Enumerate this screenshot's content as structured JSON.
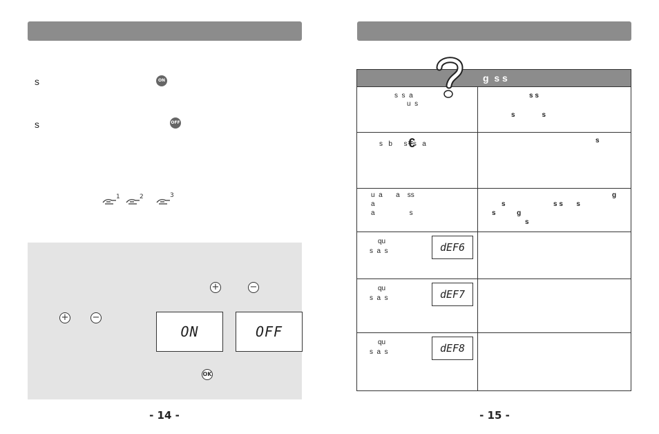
{
  "left_page": {
    "on_line_prefix": "s",
    "on_icon": "ON",
    "off_line_prefix": "s",
    "off_icon": "OFF",
    "hand_icons": [
      "hand-1",
      "hand-2",
      "hand-3"
    ],
    "hand_marks": [
      "1",
      "2",
      "3"
    ],
    "panel": {
      "plus_symbol": "+",
      "minus_symbol": "−",
      "lcd_on": "ON",
      "lcd_off": "OFF",
      "ok_label": "OK"
    },
    "page_number": "- 14 -"
  },
  "right_page": {
    "table_header": "g  s s",
    "rows": [
      {
        "left": [
          "s  s  a",
          "u  s"
        ],
        "right": [
          "s s",
          "s              s"
        ]
      },
      {
        "left": [
          "s   b      s   s   a"
        ],
        "right": [
          "s"
        ]
      },
      {
        "left": [
          "u  a       a    ss",
          "a",
          "a                  s"
        ],
        "right": [
          "g",
          "s                         s s       s",
          "s           g",
          "s"
        ]
      },
      {
        "left": [
          "qu",
          "s  a  s"
        ],
        "lcd": "dEF6",
        "right": []
      },
      {
        "left": [
          "qu",
          "s  a  s"
        ],
        "lcd": "dEF7",
        "right": []
      },
      {
        "left": [
          "qu",
          "s  a  s"
        ],
        "lcd": "dEF8",
        "right": []
      }
    ],
    "euro_symbol": "€",
    "question_mark": "?",
    "page_number": "- 15 -"
  }
}
